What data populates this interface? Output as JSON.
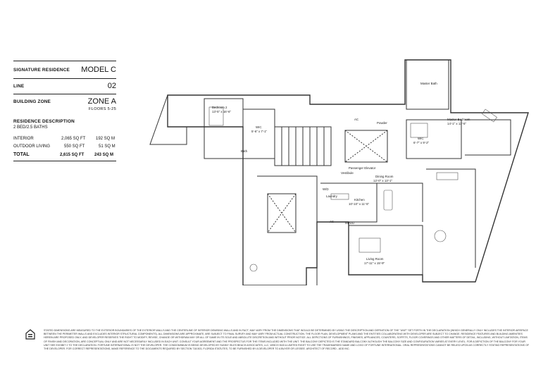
{
  "spec": {
    "residence_label": "SIGNATURE RESIDENCE",
    "residence_value": "MODEL C",
    "line_label": "LINE",
    "line_value": "02",
    "zone_label": "BUILDING ZONE",
    "zone_value": "ZONE A",
    "zone_floors": "FLOORS 5-25",
    "description_label": "RESIDENCE DESCRIPTION",
    "description_value": "2 BED/2.5 BATHS",
    "areas": [
      {
        "label": "INTERIOR",
        "sqft": "2,065 SQ FT",
        "sqm": "192 SQ M",
        "bold": false
      },
      {
        "label": "OUTDOOR LIVING",
        "sqft": "550 SQ FT",
        "sqm": "51 SQ M",
        "bold": false
      },
      {
        "label": "TOTAL",
        "sqft": "2,615 SQ FT",
        "sqm": "243 SQ M",
        "bold": true
      }
    ]
  },
  "rooms": {
    "bedroom2": "Bedroom 2",
    "bedroom2_dim": "13'-5\" x 16'-6\"",
    "wic1": "WIC",
    "wic1_dim": "5'-6\" x 7'-1\"",
    "bath": "Bath",
    "ac1": "AC",
    "powder": "Powder",
    "passenger_elevator": "Passenger Elevator",
    "master_bath": "Master Bath",
    "master_bedroom": "Master Bedroom",
    "master_bedroom_dim": "14'-1\" x 13'-5\"",
    "wic2": "WIC",
    "wic2_dim": "6'-7\" x 9'-2\"",
    "vestibule": "Vestibule",
    "wd": "W/D",
    "laundry": "Laundry",
    "kitchen": "Kitchen",
    "kitchen_dim": "10'-10\" x 11'-5\"",
    "dining_room": "Dining Room",
    "dining_room_dim": "12'-0\" x 13'-1\"",
    "living_room": "Living Room",
    "living_room_dim": "17'-11\" x 15'-9\"",
    "ac2": "AC",
    "mpdu": "MPDU"
  },
  "disclaimer": "Stated dimensions are measured to the exterior boundaries of the exterior walls and the centerline of interior demising walls and in fact, may vary from the dimensions that would be determined by using the description and definition of the \"unit\" set forth in the declaration (which generally only includes the interior airspace between the perimeter walls and excludes interior structural components). All dimensions are approximate, are subject to final survey and may vary from actual construction. The floor plan, development plans and the entities collaborating with developer are subject to change. Residence features and building amenities herein are proposed only, and developer reserves the right to modify, revise, change or withdraw any or all of same in its sole and absolute discretion and without prior notice. All depictions of furnishings, finishes, appliances, counters, soffits, floor coverings and other matters of detail, including, without limitation, items of finish and decoration, are conceptual only and are not necessarily included in each unit. Consult your agreement and the prospectus for the items included with the unit. The balcony depicted is the standard balcony although the balcony size and configuration varies at every level. For a depiction of the balcony for your unit see exhibit 2 to the declaration. Fortune International is not the developer. The condominium is being developed by Sunny Isles Beach Associates, LLC, which has a limited right to use the trademarked name and logo of Fortune International. Oral representations cannot be relied upon as correctly stating representations of the developer. For correct representations, make reference to the documents required by section 718.503, Florida Statutes, to be furnished by a developer to a buyer or lessee. Architect of record - ADD Inc."
}
